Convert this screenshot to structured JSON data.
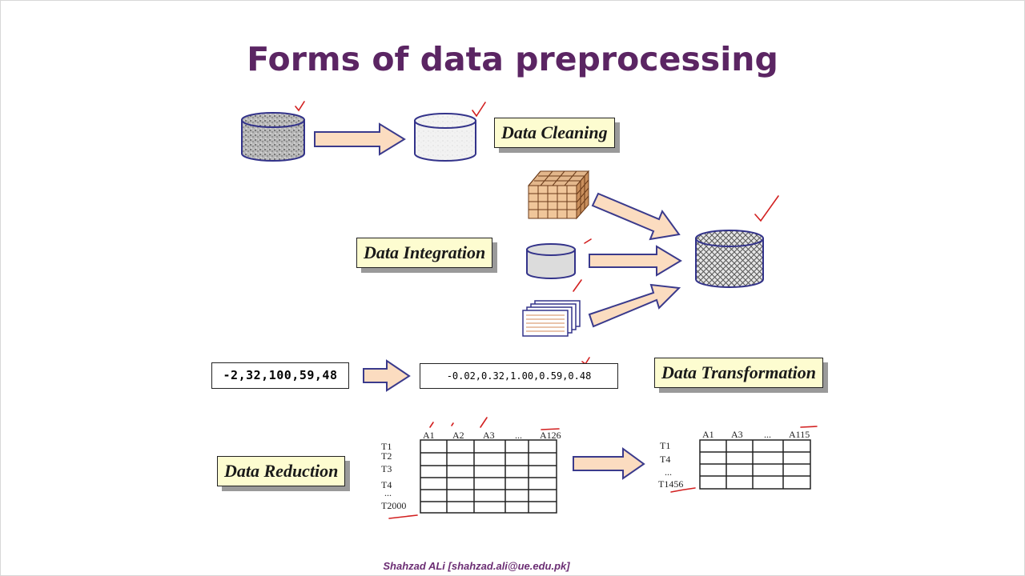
{
  "slide": {
    "title": "Forms of data preprocessing",
    "footer": "Shahzad ALi [shahzad.ali@ue.edu.pk]"
  },
  "labels": {
    "cleaning": "Data Cleaning",
    "integration": "Data Integration",
    "transformation": "Data Transformation",
    "reduction": "Data Reduction"
  },
  "transformation": {
    "input_values": "-2,32,100,59,48",
    "output_values": "-0.02,0.32,1.00,0.59,0.48"
  },
  "reduction": {
    "original_columns": [
      "A1",
      "A2",
      "A3",
      "...",
      "A126"
    ],
    "original_rows": [
      "T1",
      "T2",
      "T3",
      "T4",
      "...",
      "T2000"
    ],
    "reduced_columns": [
      "A1",
      "A3",
      "...",
      "A115"
    ],
    "reduced_rows": [
      "T1",
      "T4",
      "...",
      "T1456"
    ]
  },
  "colors": {
    "title": "#5b2563",
    "label_fill": "#fdfcd0",
    "arrow_fill": "#fbdcc0",
    "arrow_stroke": "#3a3a8c",
    "annotation": "#d21f1f"
  }
}
